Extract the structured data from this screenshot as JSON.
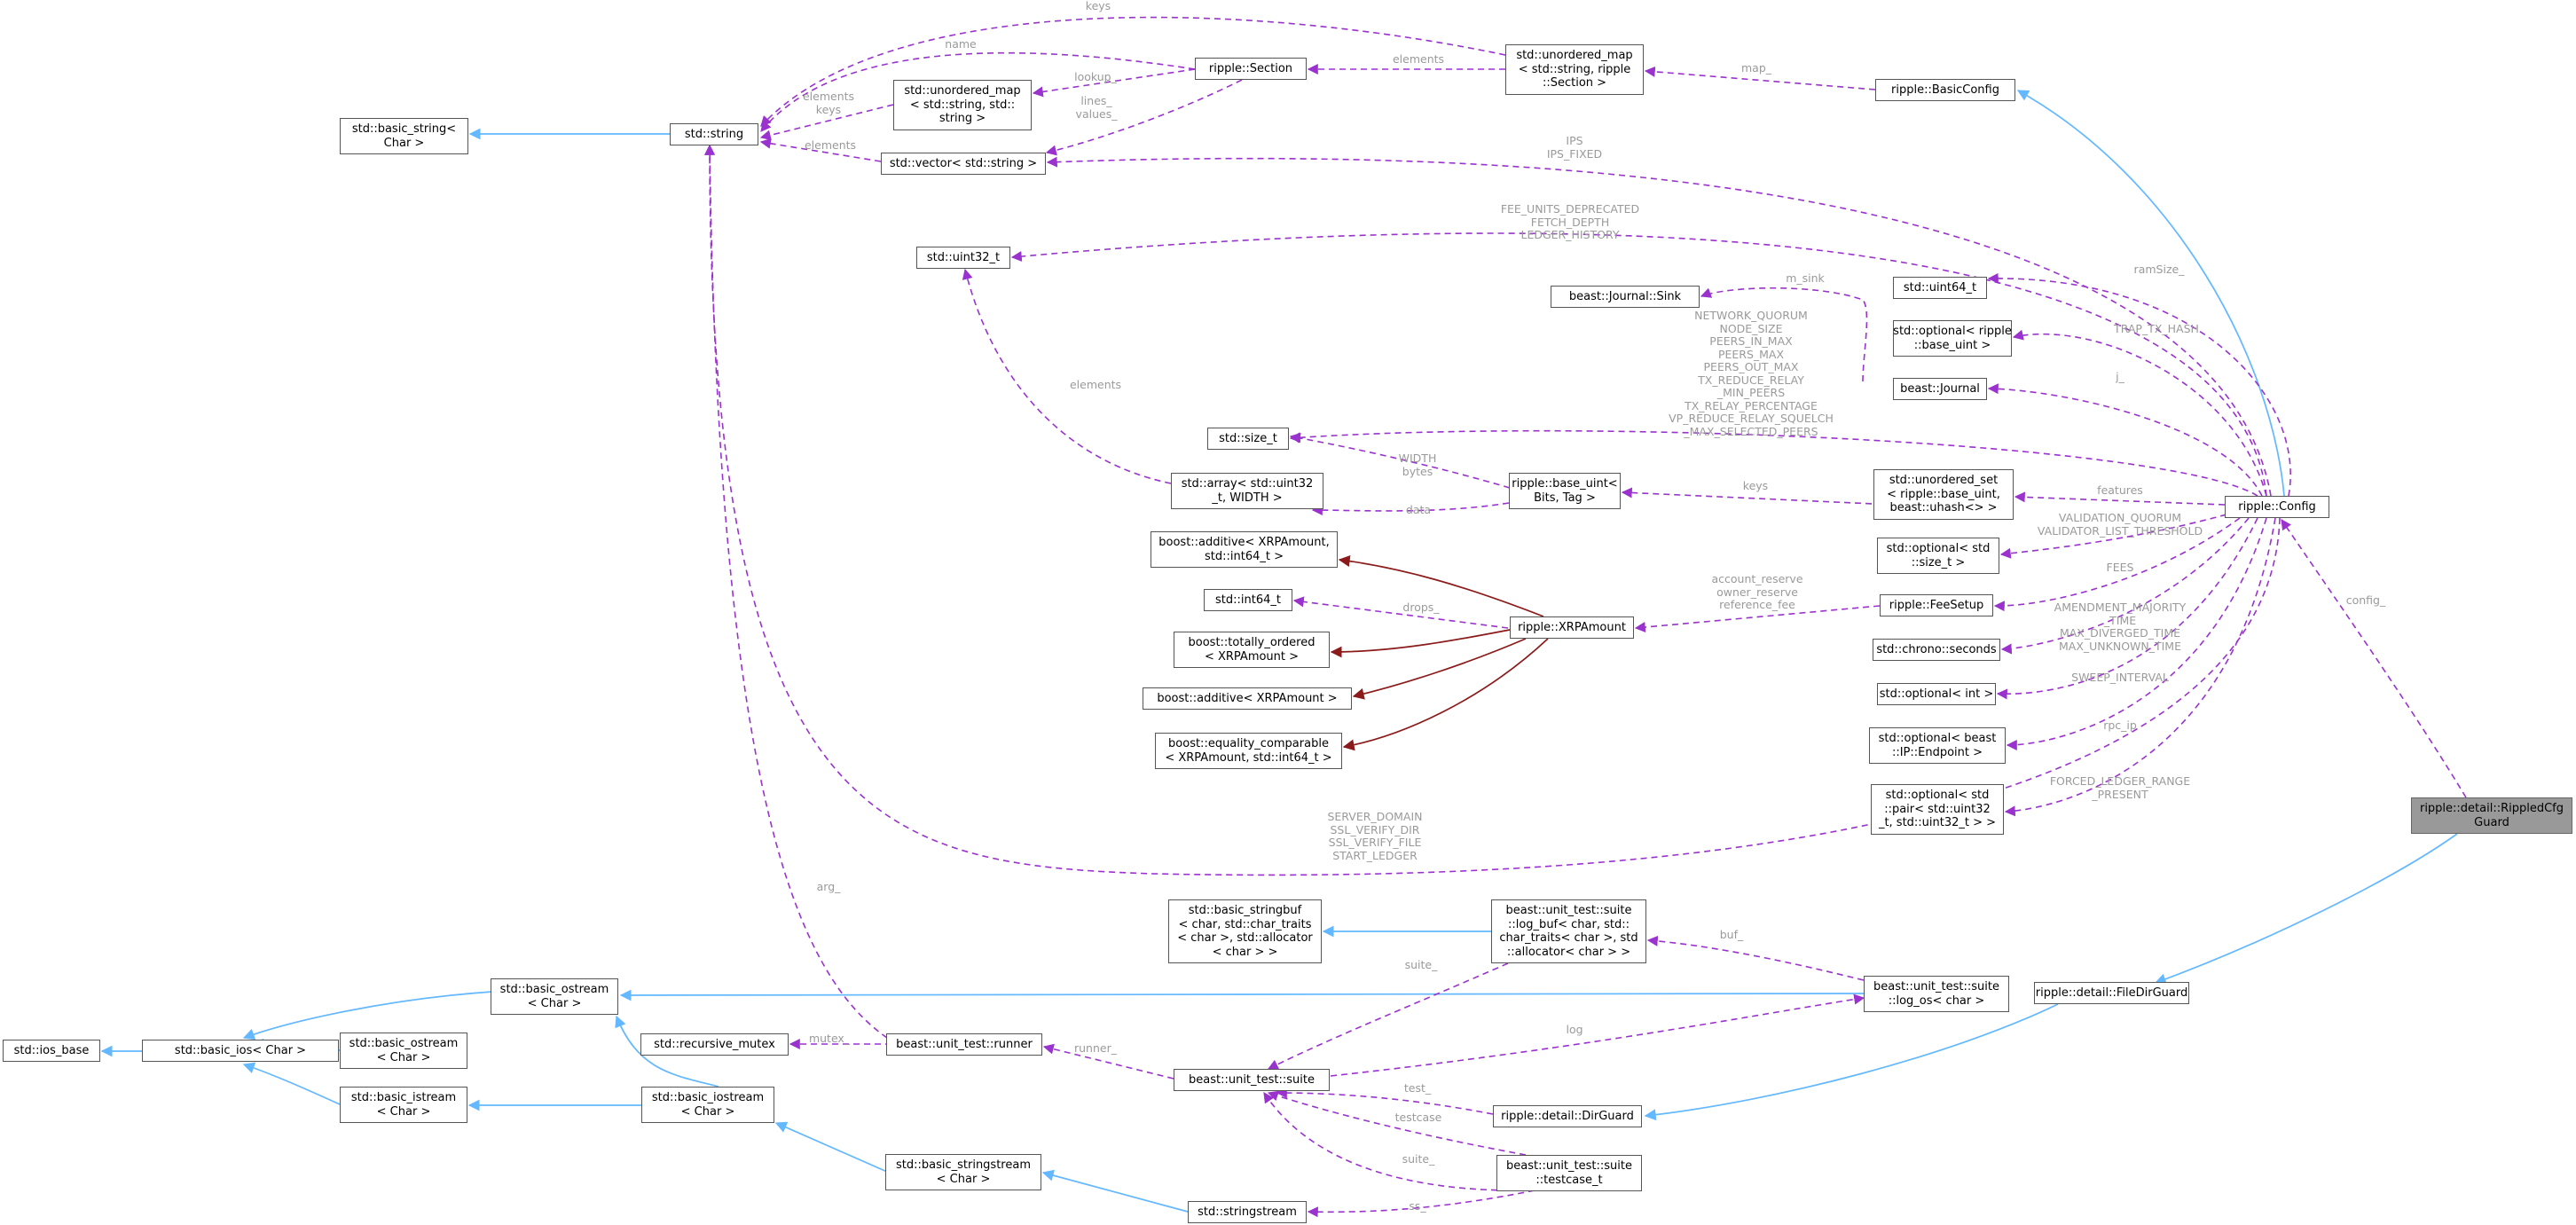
{
  "nodes": {
    "ios_base": [
      "std::ios_base"
    ],
    "basic_ios": [
      "std::basic_ios< Char >"
    ],
    "basic_ostream_top": [
      "std::basic_ostream",
      "< Char >"
    ],
    "basic_ostream": [
      "std::basic_ostream",
      "< Char >"
    ],
    "basic_istream": [
      "std::basic_istream",
      "< Char >"
    ],
    "basic_iostream": [
      "std::basic_iostream",
      "< Char >"
    ],
    "basic_stringstream": [
      "std::basic_stringstream",
      "< Char >"
    ],
    "stringstream": [
      "std::stringstream"
    ],
    "recursive_mutex": [
      "std::recursive_mutex"
    ],
    "runner": [
      "beast::unit_test::runner"
    ],
    "suite": [
      "beast::unit_test::suite"
    ],
    "testcase": [
      "beast::unit_test::suite",
      "::testcase_t"
    ],
    "dirguard": [
      "ripple::detail::DirGuard"
    ],
    "filedirguard": [
      "ripple::detail::FileDirGuard"
    ],
    "rippledcfgguard": [
      "ripple::detail::RippledCfg",
      "Guard"
    ],
    "basic_stringbuf": [
      "std::basic_stringbuf",
      "< char, std::char_traits",
      "< char >, std::allocator",
      "< char > >"
    ],
    "log_buf": [
      "beast::unit_test::suite",
      "::log_buf< char, std::",
      "char_traits< char >, std",
      "::allocator< char > >"
    ],
    "log_os": [
      "beast::unit_test::suite",
      "::log_os< char >"
    ],
    "basic_string": [
      "std::basic_string<",
      "Char >"
    ],
    "string": [
      "std::string"
    ],
    "umap_strstr": [
      "std::unordered_map",
      "< std::string, std::",
      "string >"
    ],
    "section": [
      "ripple::Section"
    ],
    "umap_section": [
      "std::unordered_map",
      "< std::string, ripple",
      "::Section >"
    ],
    "basicconfig": [
      "ripple::BasicConfig"
    ],
    "vector_string": [
      "std::vector< std::string >"
    ],
    "uint32": [
      "std::uint32_t"
    ],
    "uint64": [
      "std::uint64_t"
    ],
    "journal_sink": [
      "beast::Journal::Sink"
    ],
    "optional_base_uint": [
      "std::optional< ripple",
      "::base_uint >"
    ],
    "journal": [
      "beast::Journal"
    ],
    "size_t": [
      "std::size_t"
    ],
    "array_uint32": [
      "std::array< std::uint32",
      "_t, WIDTH >"
    ],
    "base_uint": [
      "ripple::base_uint<",
      "Bits, Tag >"
    ],
    "uset_base_uint": [
      "std::unordered_set",
      "< ripple::base_uint,",
      "beast::uhash<> >"
    ],
    "config": [
      "ripple::Config"
    ],
    "optional_size_t": [
      "std::optional< std",
      "::size_t >"
    ],
    "additive_int64": [
      "boost::additive< XRPAmount,",
      "std::int64_t >"
    ],
    "int64": [
      "std::int64_t"
    ],
    "xrpamount": [
      "ripple::XRPAmount"
    ],
    "feesetup": [
      "ripple::FeeSetup"
    ],
    "totally_ordered": [
      "boost::totally_ordered",
      "< XRPAmount >"
    ],
    "chrono_seconds": [
      "std::chrono::seconds"
    ],
    "additive": [
      "boost::additive< XRPAmount >"
    ],
    "optional_int": [
      "std::optional< int >"
    ],
    "equality_comparable": [
      "boost::equality_comparable",
      "< XRPAmount, std::int64_t >"
    ],
    "optional_endpoint": [
      "std::optional< beast",
      "::IP::Endpoint >"
    ],
    "optional_pair": [
      "std::optional< std",
      "::pair< std::uint32",
      "_t, std::uint32_t > >"
    ]
  },
  "edge_labels": {
    "keys_top": [
      "keys"
    ],
    "name": [
      "name"
    ],
    "elements_section": [
      "elements"
    ],
    "map": [
      "map_"
    ],
    "lookup": [
      "lookup_"
    ],
    "elements_keys": [
      "elements",
      "keys"
    ],
    "lines_values": [
      "lines_",
      "values_"
    ],
    "elements_vec": [
      "elements"
    ],
    "ips": [
      "IPS",
      "IPS_FIXED"
    ],
    "fee_units": [
      "FEE_UNITS_DEPRECATED",
      "FETCH_DEPTH",
      "LEDGER_HISTORY"
    ],
    "ramsize": [
      "ramSize_"
    ],
    "m_sink": [
      "m_sink"
    ],
    "trap_tx_hash": [
      "TRAP_TX_HASH"
    ],
    "network_quorum": [
      "NETWORK_QUORUM",
      "NODE_SIZE",
      "PEERS_IN_MAX",
      "PEERS_MAX",
      "PEERS_OUT_MAX",
      "TX_REDUCE_RELAY",
      "_MIN_PEERS",
      "TX_RELAY_PERCENTAGE",
      "VP_REDUCE_RELAY_SQUELCH",
      "_MAX_SELECTED_PEERS"
    ],
    "j": [
      "j_"
    ],
    "elements_arr": [
      "elements"
    ],
    "width_bytes": [
      "WIDTH",
      "bytes"
    ],
    "keys_uset": [
      "keys"
    ],
    "features": [
      "features"
    ],
    "data": [
      "data"
    ],
    "validation_quorum": [
      "VALIDATION_QUORUM",
      "VALIDATOR_LIST_THRESHOLD"
    ],
    "fees": [
      "FEES"
    ],
    "config_": [
      "config_"
    ],
    "drops": [
      "drops_"
    ],
    "account_reserve": [
      "account_reserve",
      "owner_reserve",
      "reference_fee"
    ],
    "amendment": [
      "AMENDMENT_MAJORITY",
      "_TIME",
      "MAX_DIVERGED_TIME",
      "MAX_UNKNOWN_TIME"
    ],
    "sweep": [
      "SWEEP_INTERVAL"
    ],
    "rpc_ip": [
      "rpc_ip"
    ],
    "forced_ledger": [
      "FORCED_LEDGER_RANGE",
      "_PRESENT"
    ],
    "server_domain": [
      "SERVER_DOMAIN",
      "SSL_VERIFY_DIR",
      "SSL_VERIFY_FILE",
      "START_LEDGER"
    ],
    "arg": [
      "arg_"
    ],
    "buf": [
      "buf_"
    ],
    "suite_logbuf": [
      "suite_"
    ],
    "mutex": [
      "mutex_"
    ],
    "runner_": [
      "runner_"
    ],
    "log": [
      "log"
    ],
    "test": [
      "test_"
    ],
    "testcase_lbl": [
      "testcase"
    ],
    "suite_tc": [
      "suite_"
    ],
    "ss": [
      "ss_"
    ]
  },
  "colors": {
    "uses": "#9a32cd",
    "public_inheritance": "#63b8ff",
    "private_inheritance": "#8b1a1a",
    "label_text": "#9a9a9a",
    "focus_fill": "#999999"
  }
}
